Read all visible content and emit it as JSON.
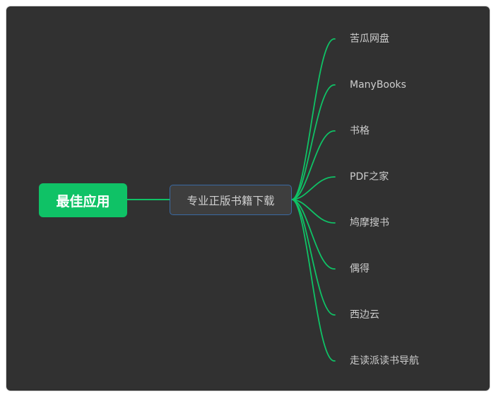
{
  "root": {
    "label": "最佳应用"
  },
  "topic": {
    "label": "专业正版书籍下载"
  },
  "leaves": [
    {
      "label": "苦瓜网盘"
    },
    {
      "label": "ManyBooks"
    },
    {
      "label": "书格"
    },
    {
      "label": "PDF之家"
    },
    {
      "label": "鸠摩搜书"
    },
    {
      "label": "偶得"
    },
    {
      "label": "西边云"
    },
    {
      "label": "走读派读书导航"
    }
  ],
  "colors": {
    "background": "#313131",
    "root_fill": "#0fc266",
    "link": "#0fc266",
    "topic_fill": "#3e3e3e",
    "topic_border": "#3a6aa3",
    "text": "#cdcdcd"
  }
}
